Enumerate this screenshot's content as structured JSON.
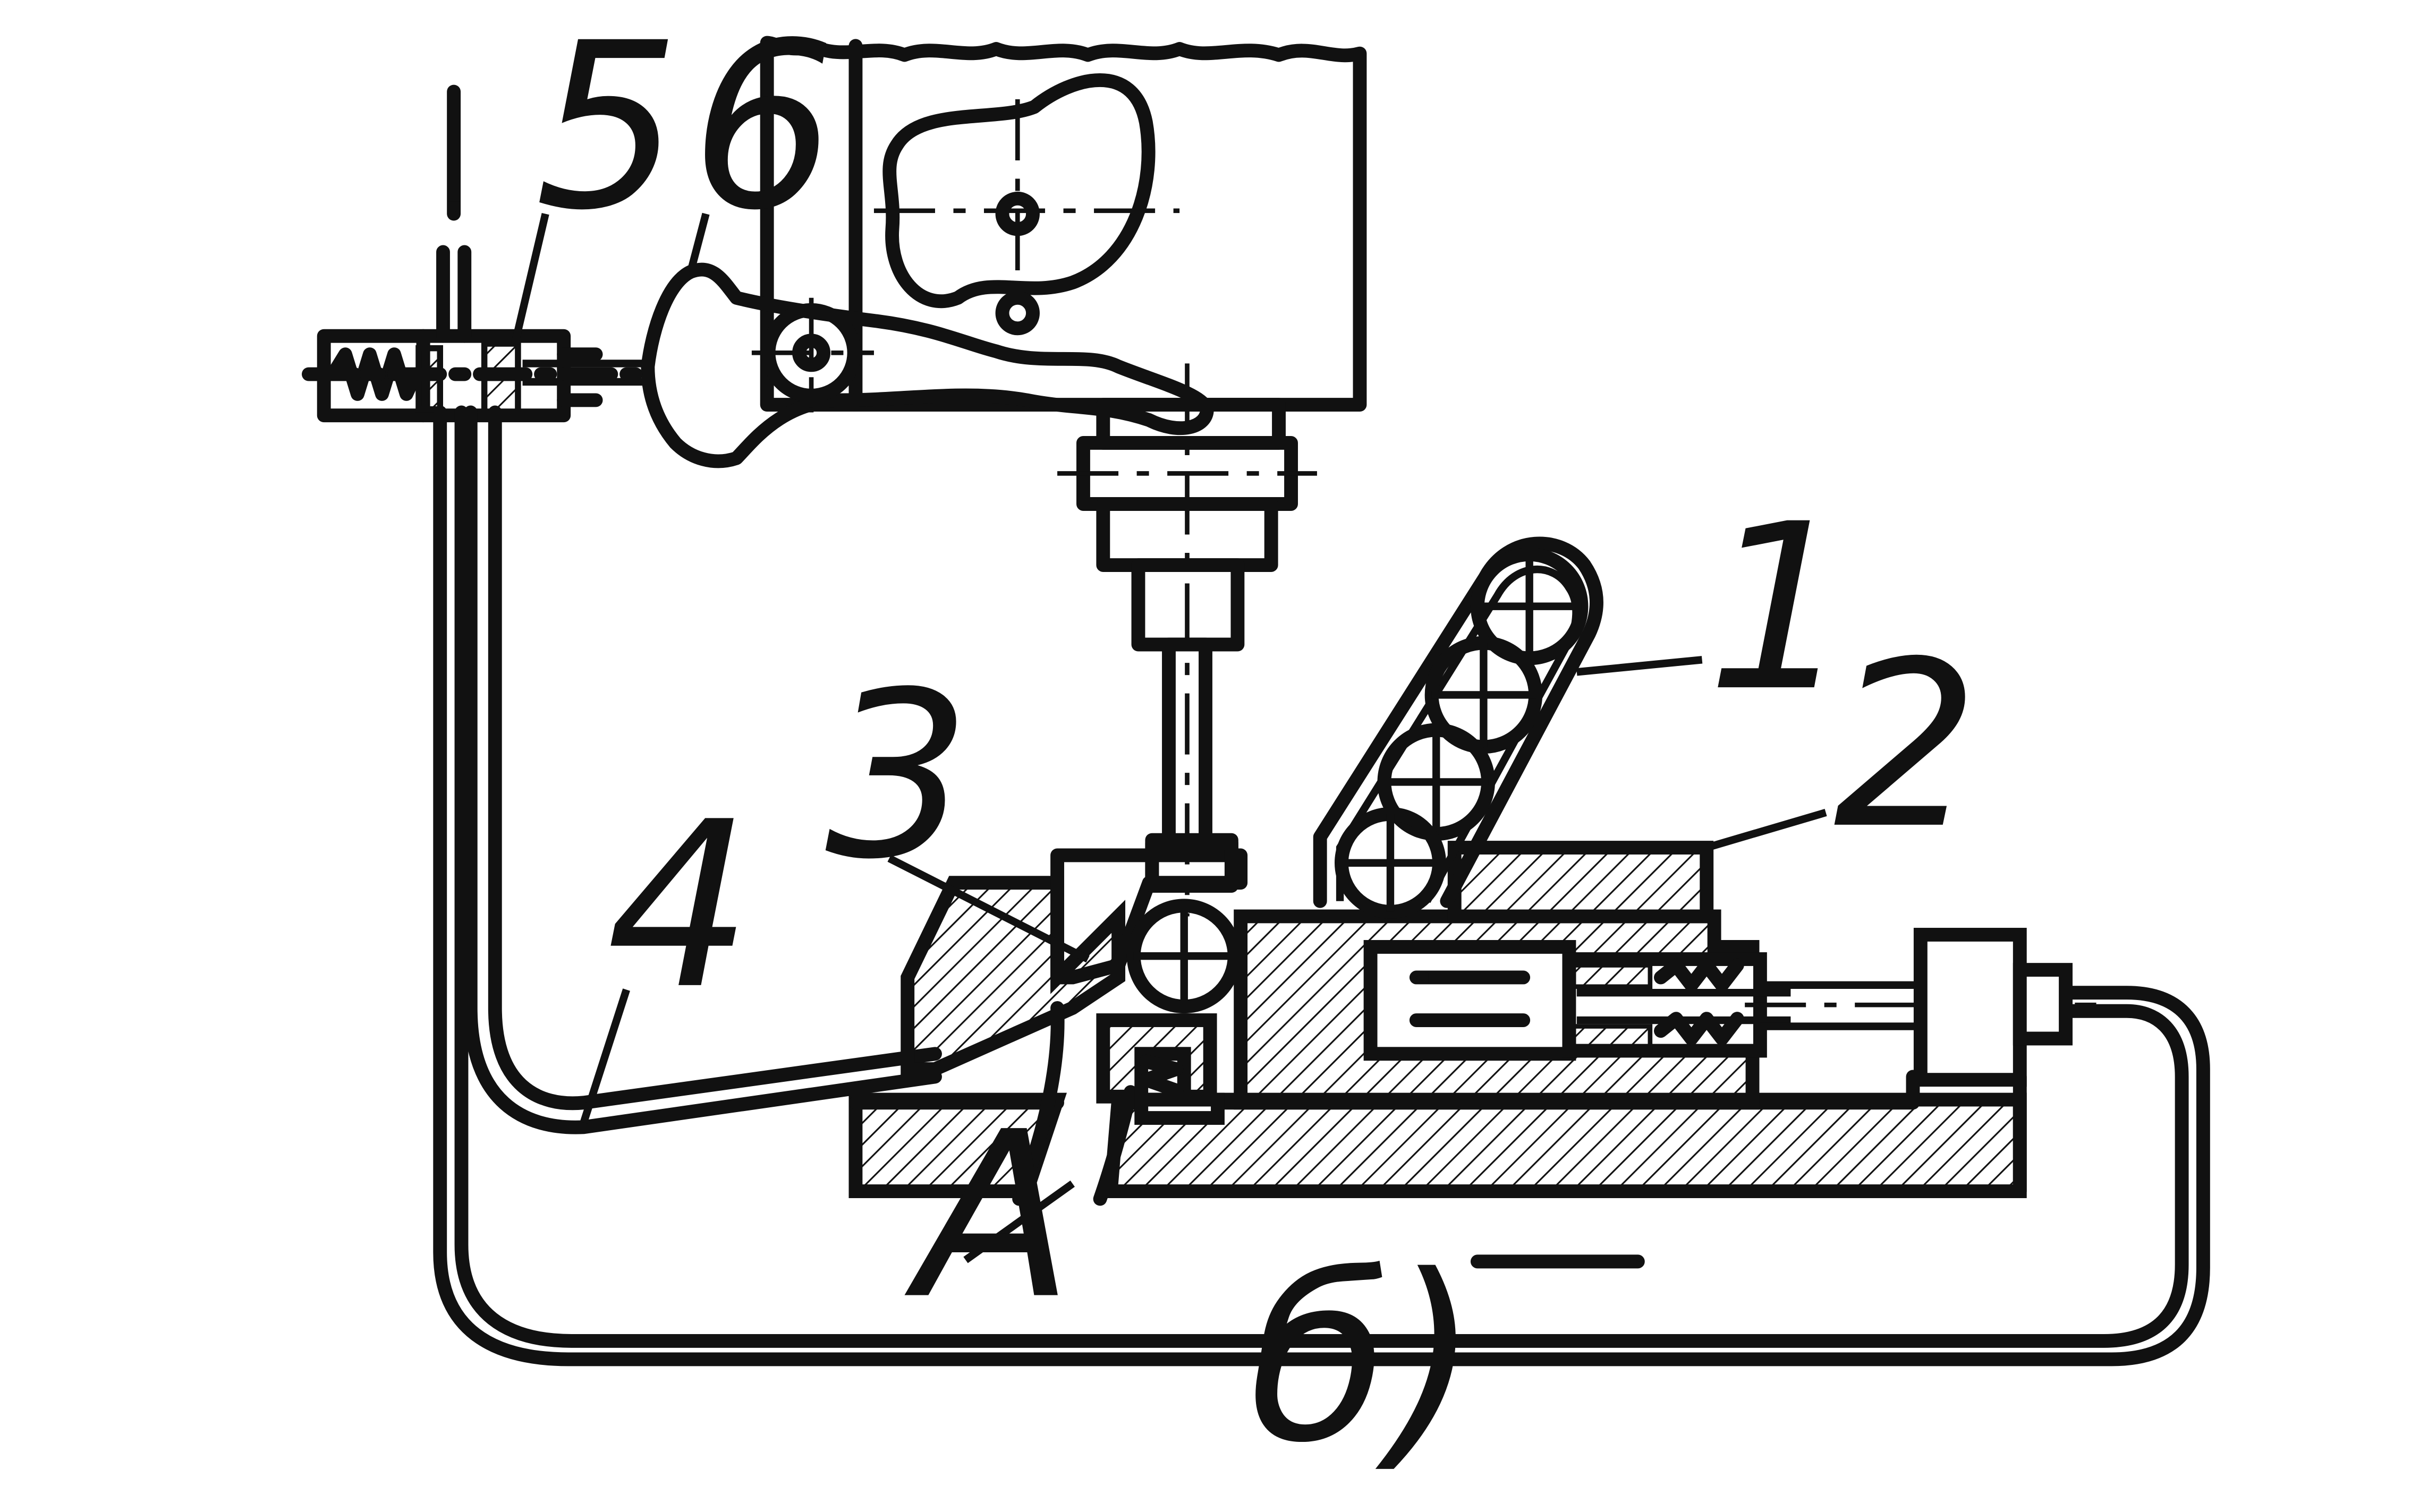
{
  "labels": {
    "l1": "1",
    "l2": "2",
    "l3": "3",
    "l4": "4",
    "l5": "5",
    "l6": "6",
    "lA": "A"
  },
  "caption": "б)",
  "icons": {
    "spring": "spring-icon",
    "flow_arrow": "arrow-down-icon",
    "motion_arrows": [
      "arrow-left-icon",
      "arrow-right-icon"
    ],
    "direction_arrow": "arrow-right-icon"
  }
}
